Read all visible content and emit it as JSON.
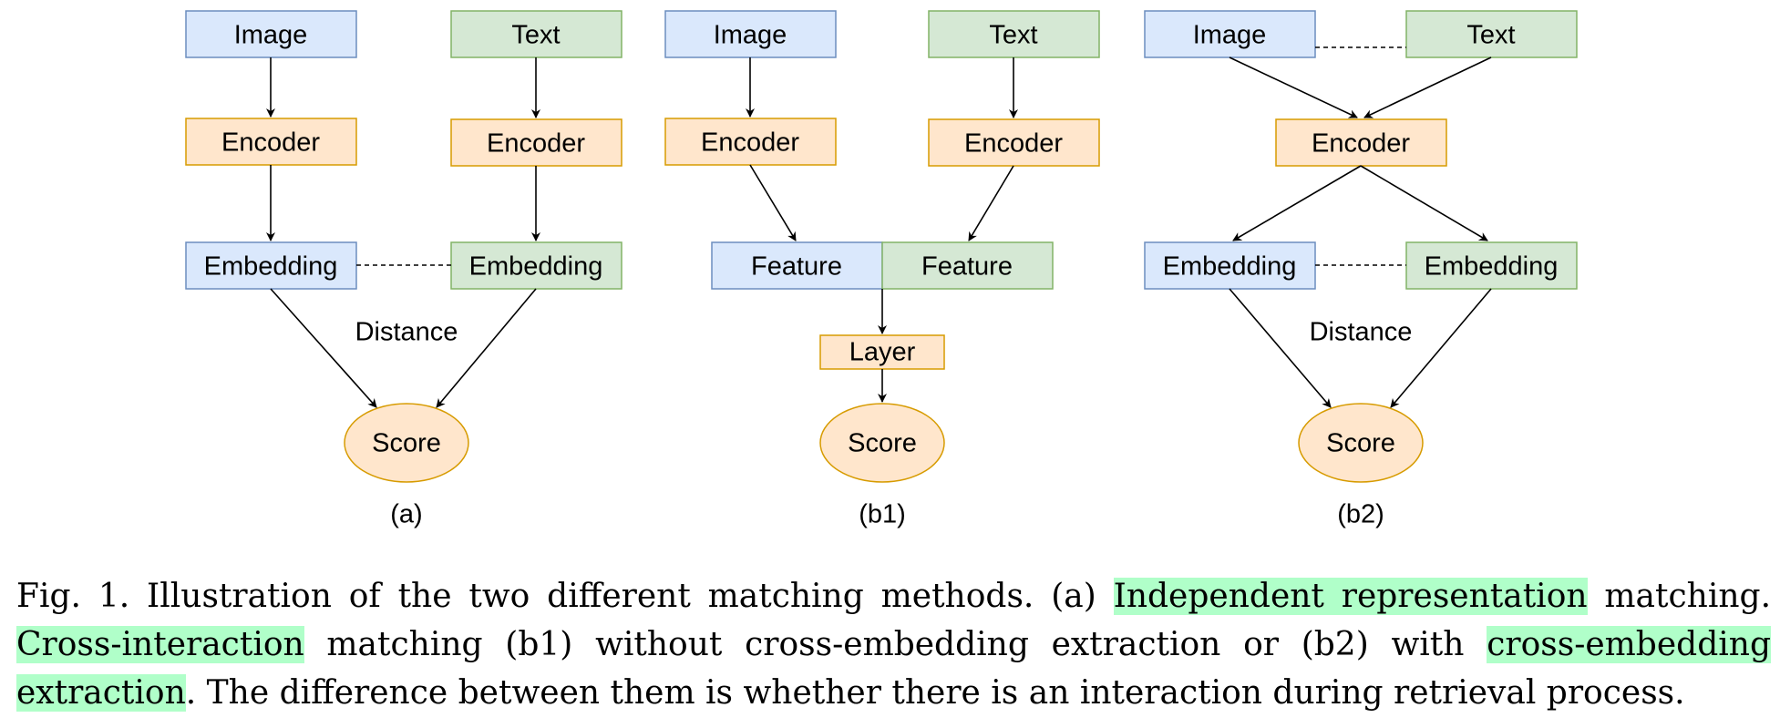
{
  "panels": {
    "a": {
      "image": "Image",
      "text": "Text",
      "encoder_image": "Encoder",
      "encoder_text": "Encoder",
      "embedding_image": "Embedding",
      "embedding_text": "Embedding",
      "distance": "Distance",
      "score": "Score",
      "label": "(a)"
    },
    "b1": {
      "image": "Image",
      "text": "Text",
      "encoder_image": "Encoder",
      "encoder_text": "Encoder",
      "feature_image": "Feature",
      "feature_text": "Feature",
      "layer": "Layer",
      "score": "Score",
      "label": "(b1)"
    },
    "b2": {
      "image": "Image",
      "text": "Text",
      "encoder": "Encoder",
      "embedding_image": "Embedding",
      "embedding_text": "Embedding",
      "distance": "Distance",
      "score": "Score",
      "label": "(b2)"
    }
  },
  "caption": {
    "lead": "Fig. 1.  Illustration of the two different matching methods. (a) ",
    "hl1": "Independent representation",
    "mid1": " matching. ",
    "hl2": "Cross-interaction",
    "mid2": " matching (b1) without cross-embedding extraction or (b2) with ",
    "hl3": "cross-embedding extraction",
    "tail": ". The difference between them is whether there is an interaction during retrieval process."
  },
  "colors": {
    "image_fill": "#dae8fc",
    "image_stroke": "#6c8ebf",
    "text_fill": "#d5e8d4",
    "text_stroke": "#82b366",
    "encoder_fill": "#ffe6cc",
    "encoder_stroke": "#d79b00",
    "highlight": "#b0ffc9"
  }
}
